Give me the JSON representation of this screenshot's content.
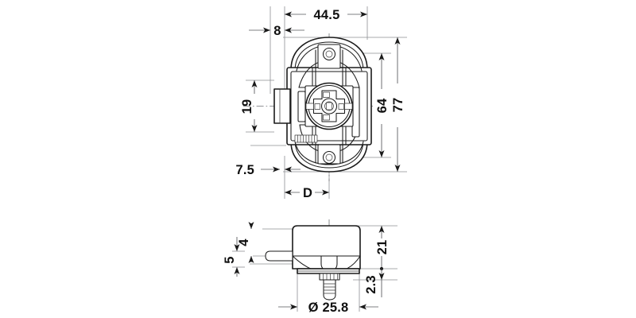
{
  "drawing": {
    "title": "Furniture rim lock technical drawing",
    "type": "engineering-dimension-drawing",
    "units": "mm",
    "line_color": "#1a1a1a",
    "dimension_color": "#55565a",
    "background": "#ffffff",
    "views": [
      {
        "name": "front-view",
        "description": "Front elevation of oval lock body with central cam and cross slots"
      },
      {
        "name": "side-view",
        "description": "Side / bottom elevation of lock housing with threaded spindle"
      }
    ],
    "dimensions": {
      "top_44_5": "44.5",
      "top_8": "8",
      "right_77": "77",
      "right_64": "64",
      "left_19": "19",
      "left_7_5": "7.5",
      "bottom_D": "D",
      "side_4": "4",
      "side_5": "5",
      "side_21": "21",
      "side_2_3": "2.3",
      "side_diameter": "Ø 25.8"
    },
    "dimension_list": [
      {
        "label": "44.5",
        "view": "front-view",
        "orientation": "horizontal",
        "position": "top"
      },
      {
        "label": "8",
        "view": "front-view",
        "orientation": "horizontal",
        "position": "top-left"
      },
      {
        "label": "77",
        "view": "front-view",
        "orientation": "vertical",
        "position": "right-outer"
      },
      {
        "label": "64",
        "view": "front-view",
        "orientation": "vertical",
        "position": "right-inner"
      },
      {
        "label": "19",
        "view": "front-view",
        "orientation": "vertical",
        "position": "left"
      },
      {
        "label": "7.5",
        "view": "front-view",
        "orientation": "horizontal",
        "position": "bottom-left"
      },
      {
        "label": "D",
        "view": "front-view",
        "orientation": "horizontal",
        "position": "bottom"
      },
      {
        "label": "4",
        "view": "side-view",
        "orientation": "vertical",
        "position": "left-inner"
      },
      {
        "label": "5",
        "view": "side-view",
        "orientation": "vertical",
        "position": "left-outer"
      },
      {
        "label": "21",
        "view": "side-view",
        "orientation": "vertical",
        "position": "right-upper"
      },
      {
        "label": "2.3",
        "view": "side-view",
        "orientation": "vertical",
        "position": "right-lower"
      },
      {
        "label": "Ø 25.8",
        "view": "side-view",
        "orientation": "horizontal",
        "position": "bottom"
      }
    ]
  }
}
